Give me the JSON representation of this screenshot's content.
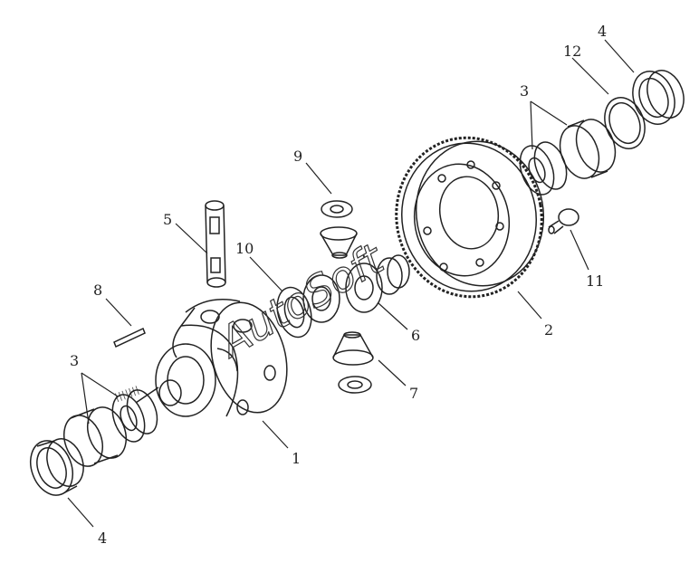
{
  "diagram": {
    "callouts": [
      "1",
      "2",
      "3",
      "3",
      "4",
      "4",
      "5",
      "6",
      "7",
      "8",
      "9",
      "10",
      "11",
      "12"
    ],
    "watermark": "AutoSoft"
  },
  "colors": {
    "line": "#222222",
    "background": "#ffffff"
  }
}
